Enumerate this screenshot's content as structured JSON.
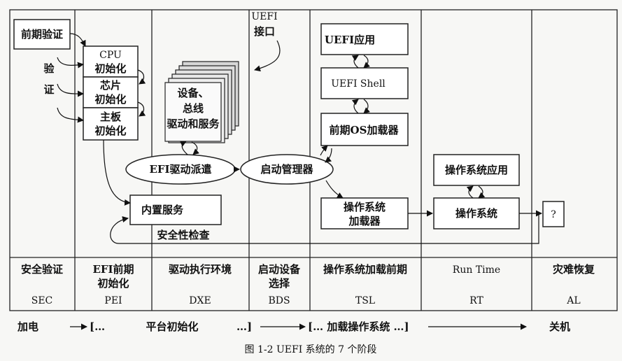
{
  "figure": {
    "caption": "图 1-2   UEFI 系统的 7 个阶段"
  },
  "boxes": {
    "qianqi_yanzheng": "前期验证",
    "cpu_init": [
      "CPU",
      "初始化"
    ],
    "chip_init": [
      "芯片",
      "初始化"
    ],
    "board_init": [
      "主板",
      "初始化"
    ],
    "device_drivers": [
      "设备、",
      "总线",
      "驱动和服务"
    ],
    "builtin_services": "内置服务",
    "uefi_app": "UEFI应用",
    "uefi_shell": "UEFI Shell",
    "early_os_loader": "前期OS加载器",
    "os_loader": [
      "操作系统",
      "加载器"
    ],
    "os_app": "操作系统应用",
    "os": "操作系统",
    "unknown": "?"
  },
  "ellipses": {
    "efi_dispatcher": "EFI驱动派遣",
    "boot_manager": "启动管理器"
  },
  "labels": {
    "verify": [
      "验",
      "证"
    ],
    "uefi_interface": [
      "UEFI",
      "接口"
    ],
    "security_check": "安全性检查"
  },
  "phases": [
    {
      "name": [
        "安全验证"
      ],
      "abbr": "SEC"
    },
    {
      "name": [
        "EFI前期",
        "初始化"
      ],
      "abbr": "PEI"
    },
    {
      "name": [
        "驱动执行环境"
      ],
      "abbr": "DXE"
    },
    {
      "name": [
        "启动设备",
        "选择"
      ],
      "abbr": "BDS"
    },
    {
      "name": [
        "操作系统加载前期"
      ],
      "abbr": "TSL"
    },
    {
      "name": [
        "Run Time"
      ],
      "abbr": "RT"
    },
    {
      "name": [
        "灾难恢复"
      ],
      "abbr": "AL"
    }
  ],
  "timeline": {
    "power_on": "加电",
    "platform_init": "平台初始化",
    "bracket_open": "[…",
    "bracket_close": "…]",
    "load_os": "[… 加载操作系统 …]",
    "shutdown": "关机"
  }
}
